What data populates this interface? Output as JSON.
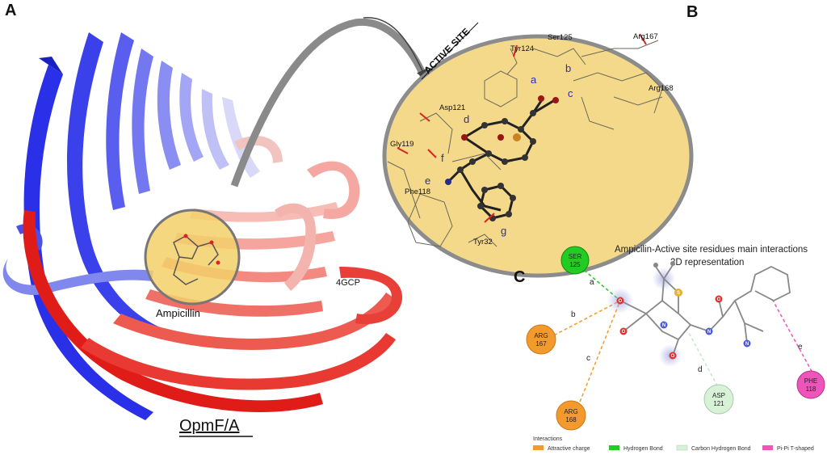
{
  "panels": {
    "a": "A",
    "b": "B",
    "c": "C"
  },
  "panel_a": {
    "protein_name": "OpmF/A",
    "ligand_label": "Ampicillin",
    "pdb_label": "4GCP"
  },
  "panel_b": {
    "title": "ACTIVE SITE",
    "residues": [
      "Ser125",
      "Tyr124",
      "Arg167",
      "Arg168",
      "Asp121",
      "Gly119",
      "Phe118",
      "Tyr32"
    ],
    "interaction_letters": [
      "a",
      "b",
      "c",
      "d",
      "e",
      "f",
      "g"
    ]
  },
  "panel_c": {
    "title_line1": "Ampicilin-Active site residues main interactions",
    "title_line2": "2D representation",
    "residues": [
      {
        "name": "SER",
        "num": "125",
        "color": "#22cc22"
      },
      {
        "name": "ARG",
        "num": "167",
        "color": "#f29a2e"
      },
      {
        "name": "ARG",
        "num": "168",
        "color": "#f29a2e"
      },
      {
        "name": "ASP",
        "num": "121",
        "color": "#d8f2d8"
      },
      {
        "name": "PHE",
        "num": "118",
        "color": "#ee55bb"
      }
    ],
    "bond_letters": [
      "a",
      "b",
      "c",
      "d",
      "e"
    ],
    "atom_labels": {
      "o": "O",
      "s": "S",
      "n": "N"
    },
    "legend": {
      "title": "Interactions",
      "items": [
        {
          "label": "Attractive charge",
          "color": "#f29a2e"
        },
        {
          "label": "Hydrogen Bond",
          "color": "#22cc22"
        },
        {
          "label": "Carbon Hydrogen Bond",
          "color": "#d8f2d8"
        },
        {
          "label": "Pi-Pi T-shaped",
          "color": "#ee55bb"
        }
      ]
    }
  }
}
